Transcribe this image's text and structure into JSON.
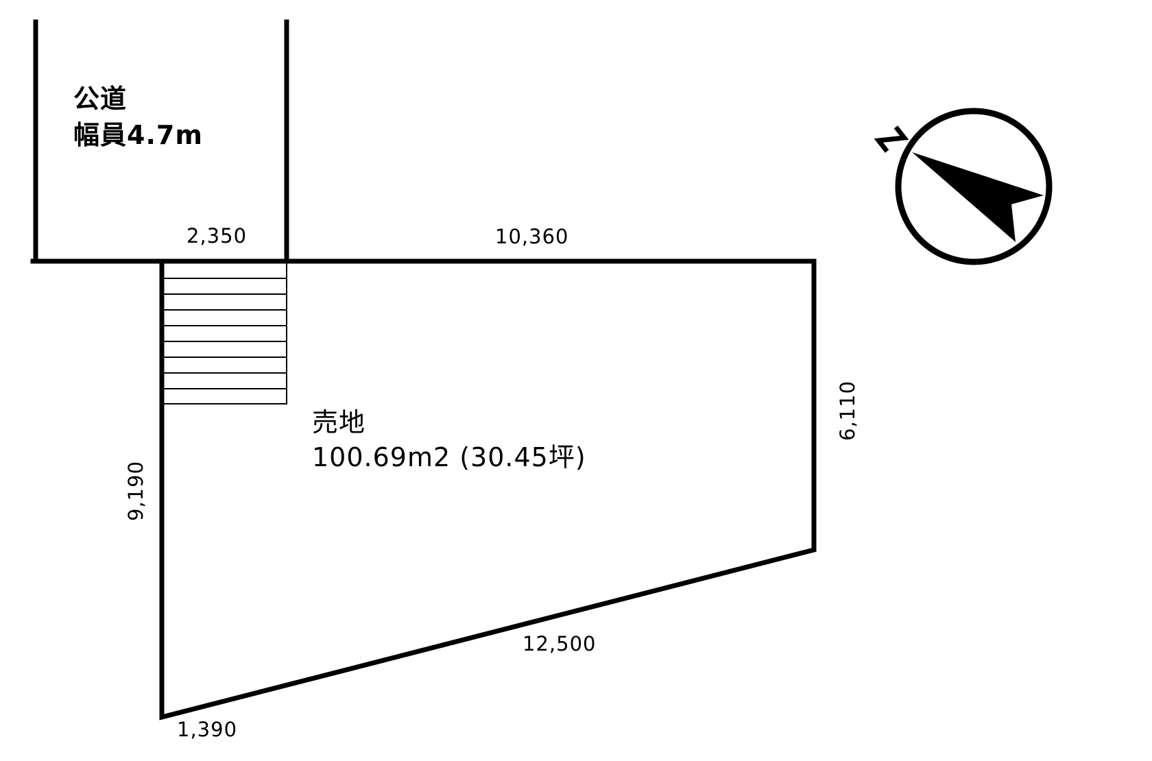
{
  "road": {
    "name": "公道",
    "width_label": "幅員4.7m"
  },
  "lot": {
    "name": "売地",
    "area_label": "100.69m2 (30.45坪)"
  },
  "dimensions": {
    "frontage": "2,350",
    "north_edge": "10,360",
    "east_edge": "6,110",
    "south_edge": "12,500",
    "west_edge": "9,190",
    "corner": "1,390"
  },
  "compass": {
    "icon": "north-arrow-icon",
    "letter": "N"
  },
  "colors": {
    "line": "#000000",
    "background": "#ffffff"
  }
}
